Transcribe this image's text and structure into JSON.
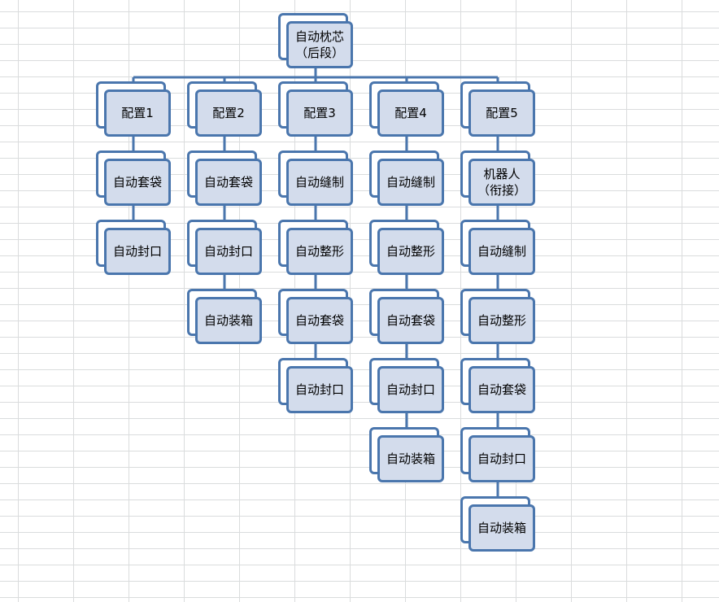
{
  "root": {
    "label": "自动枕芯\n（后段）"
  },
  "columns": [
    {
      "config": "配置1",
      "steps": [
        "自动套袋",
        "自动封口"
      ]
    },
    {
      "config": "配置2",
      "steps": [
        "自动套袋",
        "自动封口",
        "自动装箱"
      ]
    },
    {
      "config": "配置3",
      "steps": [
        "自动缝制",
        "自动整形",
        "自动套袋",
        "自动封口"
      ]
    },
    {
      "config": "配置4",
      "steps": [
        "自动缝制",
        "自动整形",
        "自动套袋",
        "自动封口",
        "自动装箱"
      ]
    },
    {
      "config": "配置5",
      "steps": [
        "机器人\n（衔接）",
        "自动缝制",
        "自动整形",
        "自动套袋",
        "自动封口",
        "自动装箱"
      ]
    }
  ],
  "colors": {
    "line": "#4a76ad",
    "box_fill": "#d3dcec",
    "grid": "#dadcdd"
  }
}
